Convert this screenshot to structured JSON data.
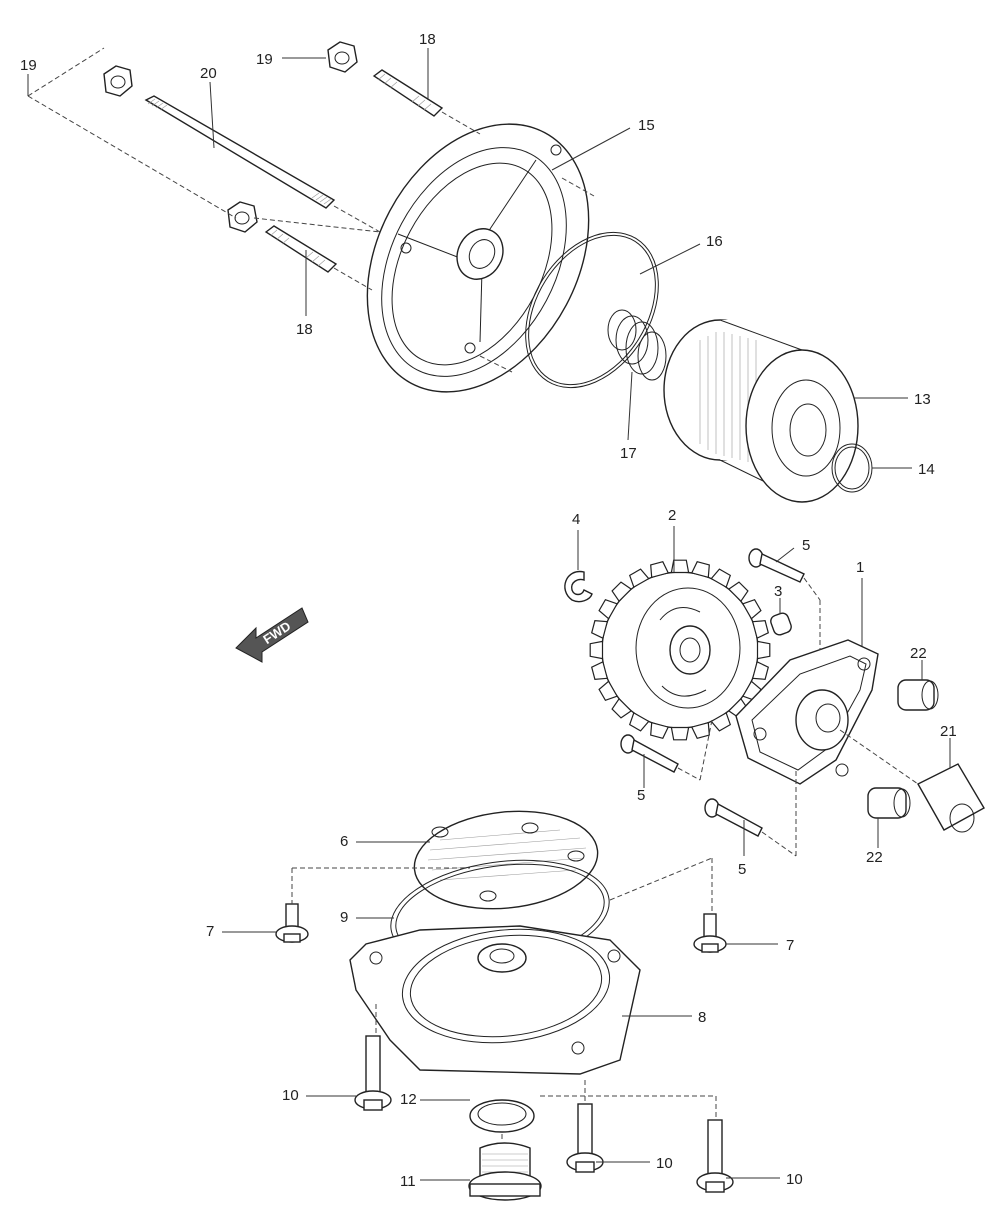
{
  "diagram": {
    "fwd_label": "FWD",
    "callouts": [
      {
        "id": "c19a",
        "label": "19"
      },
      {
        "id": "c20",
        "label": "20"
      },
      {
        "id": "c19b",
        "label": "19"
      },
      {
        "id": "c18a",
        "label": "18"
      },
      {
        "id": "c15",
        "label": "15"
      },
      {
        "id": "c16",
        "label": "16"
      },
      {
        "id": "c18b",
        "label": "18"
      },
      {
        "id": "c13",
        "label": "13"
      },
      {
        "id": "c17",
        "label": "17"
      },
      {
        "id": "c14",
        "label": "14"
      },
      {
        "id": "c4",
        "label": "4"
      },
      {
        "id": "c2",
        "label": "2"
      },
      {
        "id": "c5a",
        "label": "5"
      },
      {
        "id": "c1",
        "label": "1"
      },
      {
        "id": "c3",
        "label": "3"
      },
      {
        "id": "c22a",
        "label": "22"
      },
      {
        "id": "c21",
        "label": "21"
      },
      {
        "id": "c5b",
        "label": "5"
      },
      {
        "id": "c22b",
        "label": "22"
      },
      {
        "id": "c6",
        "label": "6"
      },
      {
        "id": "c5c",
        "label": "5"
      },
      {
        "id": "c7a",
        "label": "7"
      },
      {
        "id": "c9",
        "label": "9"
      },
      {
        "id": "c7b",
        "label": "7"
      },
      {
        "id": "c8",
        "label": "8"
      },
      {
        "id": "c10a",
        "label": "10"
      },
      {
        "id": "c12",
        "label": "12"
      },
      {
        "id": "c10b",
        "label": "10"
      },
      {
        "id": "c11",
        "label": "11"
      },
      {
        "id": "c10c",
        "label": "10"
      }
    ]
  }
}
